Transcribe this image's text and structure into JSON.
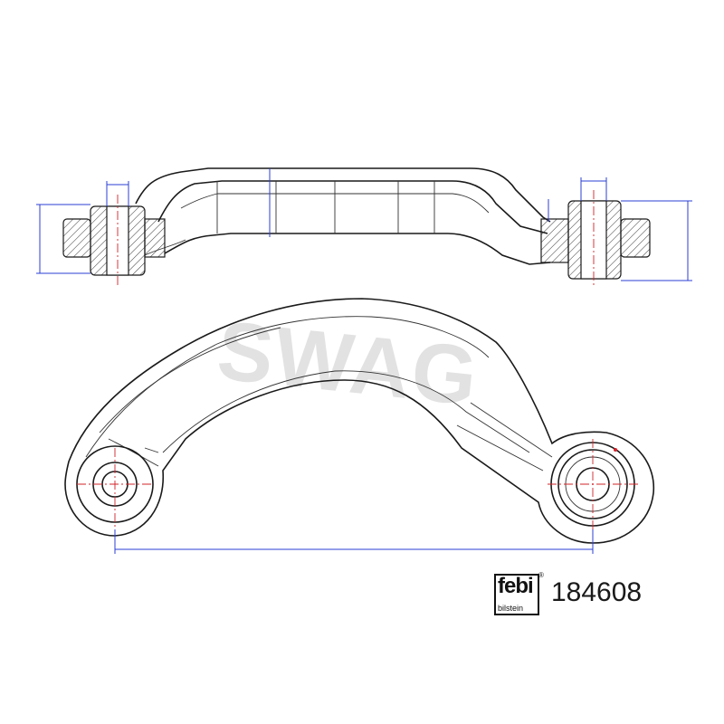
{
  "watermark": {
    "text": "SWAG"
  },
  "brand": {
    "logo_text": "febi",
    "logo_subtext": "bilstein",
    "registered_mark": "®"
  },
  "part": {
    "number": "184608"
  },
  "colors": {
    "dimension_lines": "#2b3fd6",
    "center_lines": "#d2232a",
    "outline": "#1a1a1a",
    "watermark": "#d9d9d9"
  }
}
